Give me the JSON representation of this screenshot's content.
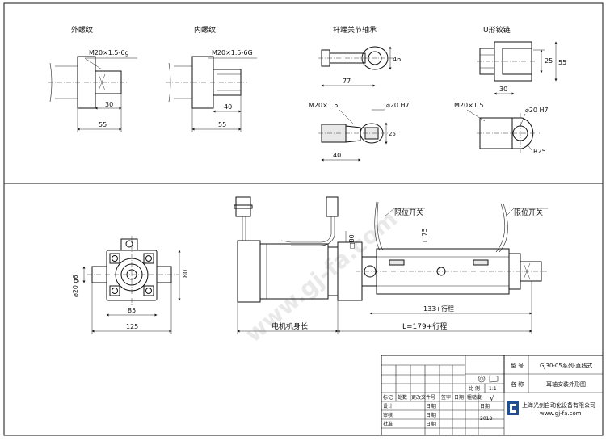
{
  "top_views": {
    "external_thread": {
      "title": "外螺纹",
      "thread": "M20×1.5-6g",
      "dim_a": "30",
      "dim_b": "55"
    },
    "internal_thread": {
      "title": "内螺纹",
      "thread": "M20×1.5-6G",
      "dim_a": "40",
      "dim_b": "55"
    },
    "rod_end": {
      "title": "杆端关节轴承",
      "dim_h": "46",
      "dim_l": "77",
      "thread": "M20×1.5",
      "bore": "⌀20 H7",
      "dim_side": "25",
      "dim_len": "40"
    },
    "clevis": {
      "title": "U形铰链",
      "dim_gap": "25",
      "dim_h": "55",
      "dim_w": "30",
      "thread": "M20×1.5",
      "bore": "⌀20 H7",
      "radius": "R25"
    }
  },
  "main_view": {
    "front": {
      "dia": "⌀20 g6",
      "h": "80",
      "w_inner": "85",
      "w_outer": "125"
    },
    "side": {
      "motor_sq": "□80",
      "body_sq": "□75",
      "limit_switch_1": "限位开关",
      "limit_switch_2": "限位开关",
      "motor_length": "电机机身长",
      "stroke_dim": "133+行程",
      "total_dim": "L=179+行程"
    },
    "watermark": "www.gj-fa.com"
  },
  "title_block": {
    "model_label": "型 号",
    "model_value": "GJ30-05系列-直线式",
    "ratio_label": "比 例",
    "ratio_value": "1:1",
    "name_label": "名 称",
    "name_value": "耳轴安装外形图",
    "mark_label": "标记",
    "count_label": "处数",
    "file_label": "更改文件号",
    "sign_label": "签字",
    "date_label": "日期",
    "rough_label": "粗糙度",
    "design_label": "设计",
    "review_label": "审核",
    "approve_label": "批准",
    "date_cell": "日期",
    "year": "2018",
    "company": "上海光剑自动化设备有限公司",
    "url": "www.gj-fa.com"
  }
}
